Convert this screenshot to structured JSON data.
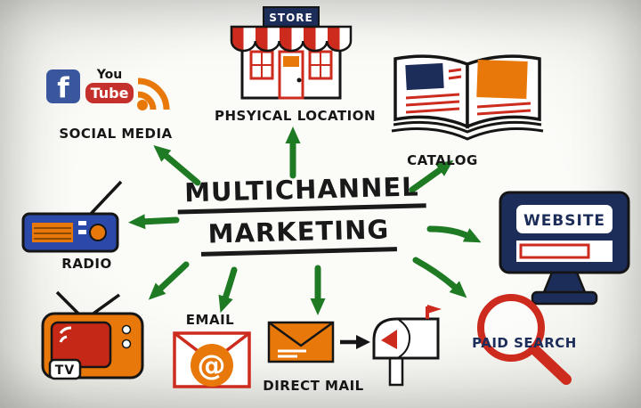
{
  "title": {
    "line1": "MULTICHANNEL",
    "line2": "MARKETING"
  },
  "social_media": {
    "label": "SOCIAL MEDIA",
    "facebook_letter": "f",
    "youtube_top": "You",
    "youtube_bottom": "Tube"
  },
  "physical_location": {
    "label": "PHSYICAL LOCATION",
    "store_sign": "STORE"
  },
  "catalog": {
    "label": "CATALOG"
  },
  "radio": {
    "label": "RADIO"
  },
  "website": {
    "label": "WEBSITE"
  },
  "tv": {
    "label": "TV"
  },
  "email": {
    "label": "EMAIL",
    "at_symbol": "@"
  },
  "direct_mail": {
    "label": "DIRECT MAIL"
  },
  "paid_search": {
    "label": "PAID SEARCH"
  },
  "colors": {
    "arrow_green": "#1f7a24",
    "navy": "#1d2d5a",
    "orange": "#e8780a",
    "red": "#cc2b1d",
    "facebook_blue": "#3a579d",
    "youtube_red": "#c4302b",
    "radio_blue": "#2b49a8"
  }
}
